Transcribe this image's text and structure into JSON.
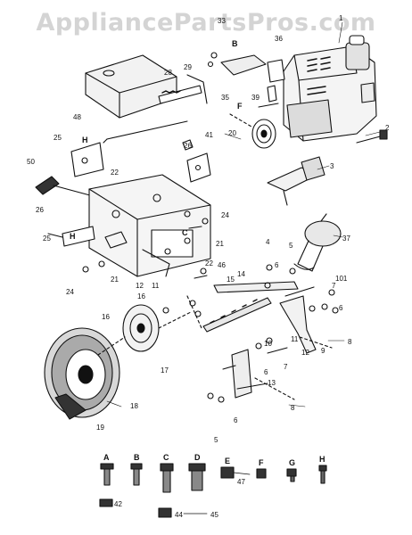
{
  "watermark": "AppliancePartsPros.com",
  "part_numbers": {
    "n1": "1",
    "n2": "2",
    "n3": "3",
    "n4": "4",
    "n5": "5",
    "n6": "6",
    "n7": "7",
    "n8": "8",
    "n9": "9",
    "n10": "10",
    "n11": "11",
    "n12": "12",
    "n13": "13",
    "n14": "14",
    "n15": "15",
    "n16": "16",
    "n17": "17",
    "n18": "18",
    "n19": "19",
    "n20": "20",
    "n21": "21",
    "n22": "22",
    "n24": "24",
    "n25": "25",
    "n26": "26",
    "n28": "28",
    "n29": "29",
    "n33": "33",
    "n35": "35",
    "n36": "36",
    "n37": "37",
    "n39": "39",
    "n41": "41",
    "n42": "42",
    "n44": "44",
    "n45": "45",
    "n46": "46",
    "n47": "47",
    "n48": "48",
    "n50": "50",
    "n101": "101"
  },
  "hardware_letters": {
    "A": "A",
    "B": "B",
    "C": "C",
    "D": "D",
    "E": "E",
    "F": "F",
    "G": "G",
    "H": "H"
  }
}
